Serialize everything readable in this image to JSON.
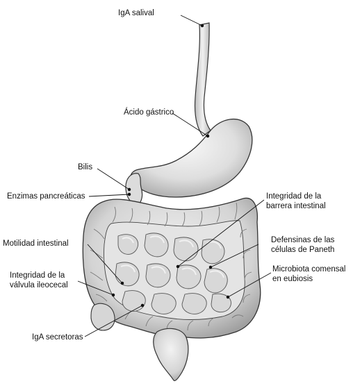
{
  "labels": {
    "iga_salival": "IgA salival",
    "acido_gastrico": "Ácido gástrico",
    "bilis": "Bilis",
    "enzimas": "Enzimas pancreáticas",
    "integridad_barrera_1": "Integridad de la",
    "integridad_barrera_2": "barrera intestinal",
    "defensinas_1": "Defensinas de las",
    "defensinas_2": "células de Paneth",
    "motilidad": "Motilidad intestinal",
    "microbiota_1": "Microbiota comensal",
    "microbiota_2": "en eubiosis",
    "valvula_1": "Integridad de la",
    "valvula_2": "válvula ileocecal",
    "iga_secretoras": "IgA secretoras"
  },
  "colors": {
    "organ_fill": "#e6e6e6",
    "organ_shade": "#bdbdbd",
    "organ_stroke": "#333333",
    "leader": "#111111",
    "text": "#111111"
  }
}
